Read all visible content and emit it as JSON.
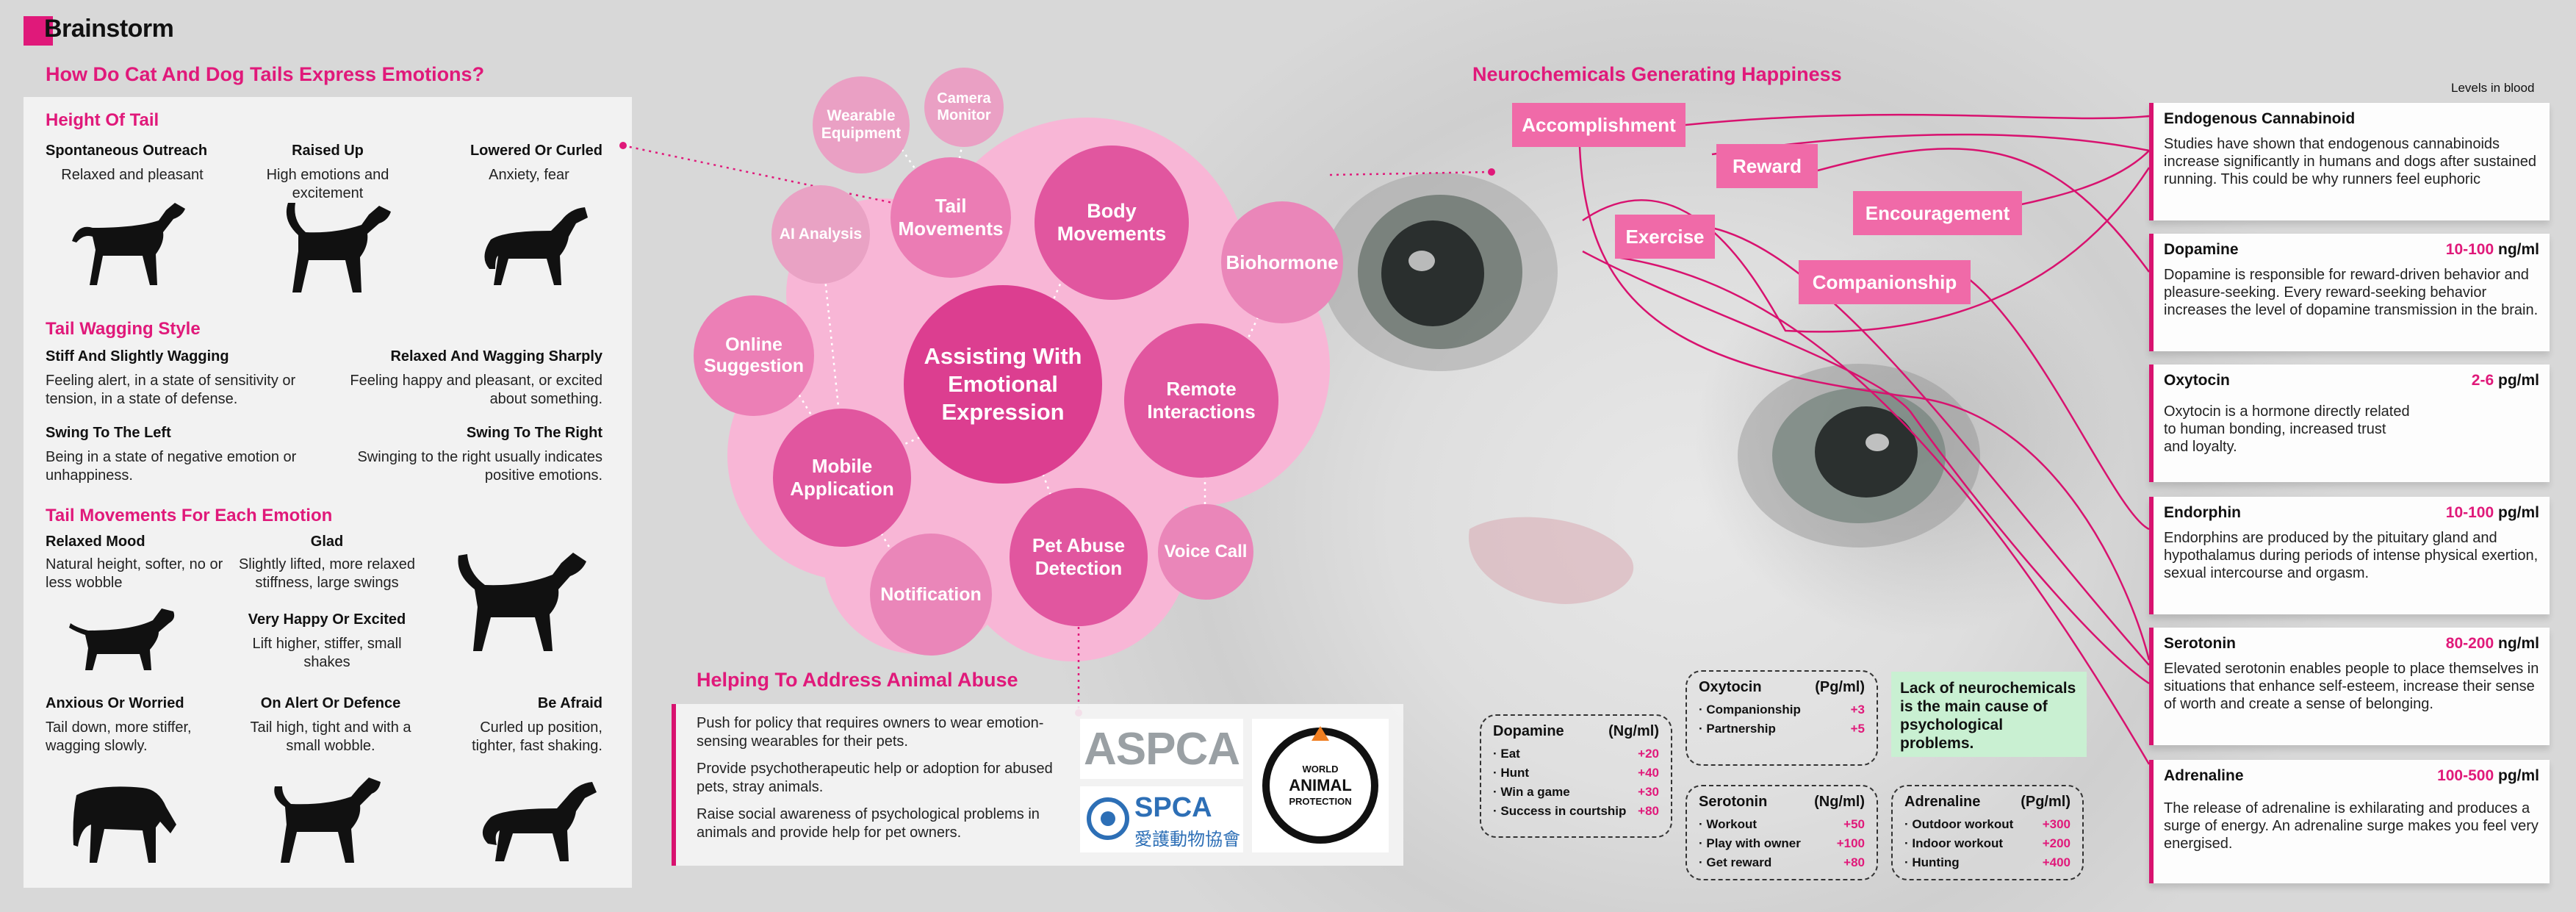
{
  "brand": "Brainstorm",
  "left": {
    "title": "How Do Cat And Dog Tails Express Emotions?",
    "height": {
      "title": "Height Of Tail",
      "items": [
        {
          "label": "Spontaneous Outreach",
          "desc": "Relaxed and pleasant"
        },
        {
          "label": "Raised Up",
          "desc": "High emotions and excitement"
        },
        {
          "label": "Lowered Or Curled",
          "desc": "Anxiety, fear"
        }
      ]
    },
    "wagging": {
      "title": "Tail Wagging Style",
      "items": [
        {
          "label": "Stiff And Slightly Wagging",
          "desc": "Feeling alert, in a state of sensitivity or tension, in a state of defense."
        },
        {
          "label": "Relaxed And Wagging Sharply",
          "desc": "Feeling happy and pleasant, or excited about something."
        },
        {
          "label": "Swing To The Left",
          "desc": "Being in a state of negative emotion or unhappiness."
        },
        {
          "label": "Swing To The Right",
          "desc": "Swinging to the right usually indicates positive emotions."
        }
      ]
    },
    "movements": {
      "title": "Tail Movements For Each Emotion",
      "items": [
        {
          "label": "Relaxed Mood",
          "desc": "Natural height, softer, no or less wobble"
        },
        {
          "label": "Glad",
          "desc": "Slightly lifted, more relaxed stiffness, large swings"
        },
        {
          "label": "Very Happy Or Excited",
          "desc": "Lift higher, stiffer, small shakes"
        },
        {
          "label": "Anxious Or Worried",
          "desc": "Tail down, more stiffer, wagging slowly."
        },
        {
          "label": "On Alert Or Defence",
          "desc": "Tail high, tight and with a small wobble."
        },
        {
          "label": "Be Afraid",
          "desc": "Curled up position, tighter, fast shaking."
        }
      ]
    }
  },
  "bubbles": {
    "center": "Assisting With Emotional Expression",
    "tail": "Tail Movements",
    "body": "Body Movements",
    "wearable": "Wearable Equipment",
    "camera": "Camera Monitor",
    "ai": "AI Analysis",
    "online": "Online Suggestion",
    "mobile": "Mobile Application",
    "notification": "Notification",
    "petabuse": "Pet Abuse Detection",
    "remote": "Remote Interactions",
    "voice": "Voice Call",
    "biohormone": "Biohormone"
  },
  "abuse": {
    "title": "Helping To Address Animal Abuse",
    "points": [
      "Push for policy that requires owners to wear emotion-sensing wearables for their pets.",
      "Provide psychotherapeutic help or adoption for abused pets, stray animals.",
      "Raise social awareness of psychological problems in animals and provide help for pet owners."
    ],
    "logos": {
      "aspca": "ASPCA",
      "spca": "SPCA",
      "spca_cn": "愛護動物協會",
      "wap1": "WORLD",
      "wap2": "ANIMAL",
      "wap3": "PROTECTION"
    }
  },
  "neuro": {
    "title": "Neurochemicals Generating Happiness",
    "levels_label": "Levels in blood",
    "labels": {
      "accomplishment": "Accomplishment",
      "reward": "Reward",
      "encouragement": "Encouragement",
      "exercise": "Exercise",
      "companionship": "Companionship"
    },
    "cards": [
      {
        "name": "Endogenous Cannabinoid",
        "range": "",
        "unit": "",
        "desc": "Studies have shown that endogenous cannabinoids increase significantly in humans and dogs after sustained running. This could be why runners feel euphoric"
      },
      {
        "name": "Dopamine",
        "range": "10-100",
        "unit": "ng/ml",
        "desc": "Dopamine is responsible for reward-driven behavior and pleasure-seeking. Every reward-seeking behavior increases the level of dopamine transmission in the brain."
      },
      {
        "name": "Oxytocin",
        "range": "2-6",
        "unit": "pg/ml",
        "desc": "Oxytocin is a hormone directly related to human bonding, increased trust and loyalty."
      },
      {
        "name": "Endorphin",
        "range": "10-100",
        "unit": "pg/ml",
        "desc": "Endorphins are produced by the pituitary gland and hypothalamus during periods of intense physical exertion, sexual intercourse and orgasm."
      },
      {
        "name": "Serotonin",
        "range": "80-200",
        "unit": "ng/ml",
        "desc": "Elevated serotonin enables people to place themselves in situations that enhance self-esteem, increase their sense of worth and create a sense of belonging."
      },
      {
        "name": "Adrenaline",
        "range": "100-500",
        "unit": "pg/ml",
        "desc": "The release of adrenaline is exhilarating and produces a surge of energy. An adrenaline surge makes you feel very energised."
      }
    ],
    "boxes": {
      "dopamine": {
        "name": "Dopamine",
        "unit": "(Ng/ml)",
        "rows": [
          [
            "Eat",
            "+20"
          ],
          [
            "Hunt",
            "+40"
          ],
          [
            "Win a game",
            "+30"
          ],
          [
            "Success in courtship",
            "+80"
          ]
        ]
      },
      "oxytocin": {
        "name": "Oxytocin",
        "unit": "(Pg/ml)",
        "rows": [
          [
            "Companionship",
            "+3"
          ],
          [
            "Partnership",
            "+5"
          ]
        ]
      },
      "serotonin": {
        "name": "Serotonin",
        "unit": "(Ng/ml)",
        "rows": [
          [
            "Workout",
            "+50"
          ],
          [
            "Play with owner",
            "+100"
          ],
          [
            "Get reward",
            "+80"
          ]
        ]
      },
      "adrenaline": {
        "name": "Adrenaline",
        "unit": "(Pg/ml)",
        "rows": [
          [
            "Outdoor workout",
            "+300"
          ],
          [
            "Indoor workout",
            "+200"
          ],
          [
            "Hunting",
            "+400"
          ]
        ]
      }
    },
    "note": "Lack of  neurochemicals is the main cause of psychological problems."
  },
  "colors": {
    "accent": "#e0197a",
    "bubble_light": "#f6b6d6",
    "bubble_mid": "#e15aa0",
    "note_bg": "#c9f0d2"
  }
}
